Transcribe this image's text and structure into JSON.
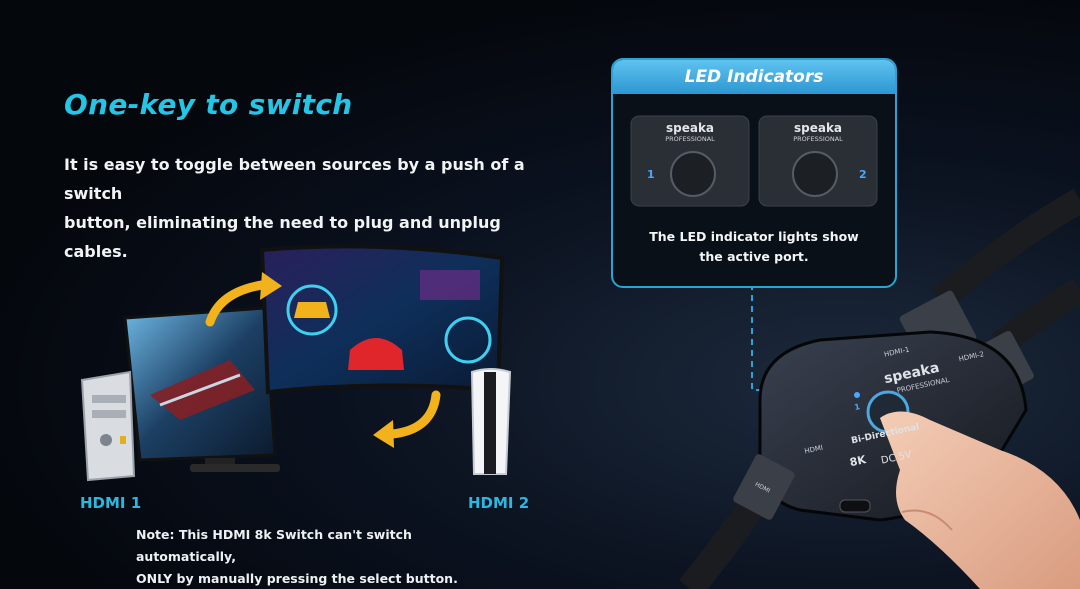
{
  "headline": "One-key to switch",
  "description": {
    "line1": "It is easy to toggle between sources by a push of a switch",
    "line2": "button, eliminating the need to plug and unplug cables."
  },
  "sources": {
    "left": "HDMI 1",
    "right": "HDMI 2"
  },
  "note": {
    "line1": "Note: This HDMI 8k Switch  can't switch automatically,",
    "line2": "ONLY by manually pressing the select button."
  },
  "led_panel": {
    "title": "LED Indicators",
    "brand": "speaka",
    "brand_sub": "PROFESSIONAL",
    "port1": "1",
    "port2": "2",
    "caption_line1": "The LED indicator lights show",
    "caption_line2": "the active port."
  },
  "device": {
    "brand": "speaka",
    "brand_sub": "PROFESSIONAL",
    "mode": "Bi-Directional",
    "badge": "8K",
    "power": "DC 5V",
    "port_in1": "HDMI-1",
    "port_in2": "HDMI-2",
    "port_out": "HDMI",
    "led": "1",
    "cable_plug": "HDMI"
  },
  "colors": {
    "accent": "#23c6e6",
    "label": "#2ab8e0",
    "arrow": "#f2b21c",
    "frame": "#2aa3d6"
  }
}
